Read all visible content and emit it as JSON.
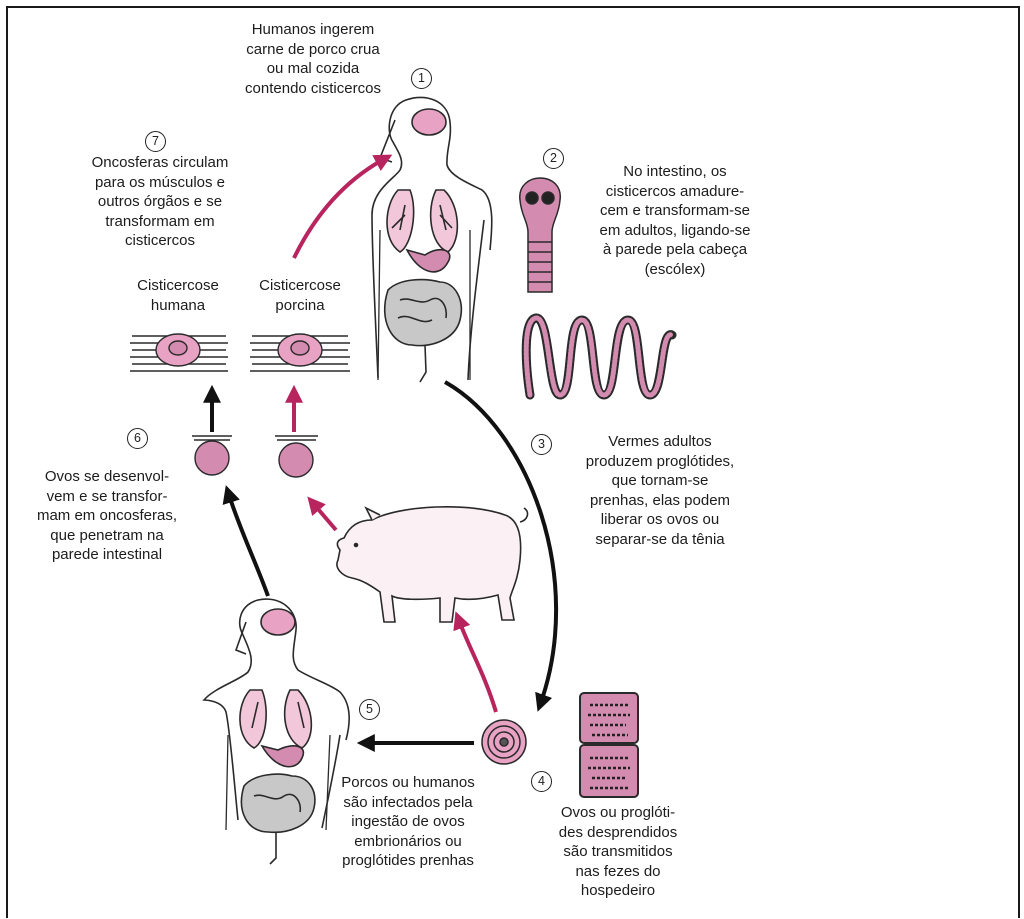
{
  "steps": [
    {
      "number": "1",
      "text": "Humanos ingerem\ncarne de porco crua\nou mal cozida\ncontendo cisticercos"
    },
    {
      "number": "2",
      "text": "No intestino, os\ncisticercos amadure-\ncem e transformam-se\nem adultos, ligando-se\nà parede pela cabeça\n(escólex)"
    },
    {
      "number": "3",
      "text": "Vermes adultos\nproduzem proglótides,\nque tornam-se\nprenhas, elas podem\nliberar os ovos ou\nseparar-se da tênia"
    },
    {
      "number": "4",
      "text": "Ovos ou proglóti-\ndes desprendidos\nsão transmitidos\nnas fezes do\nhospedeiro"
    },
    {
      "number": "5",
      "text": "Porcos ou humanos\nsão infectados pela\ningestão de ovos\nembrionários ou\nproglótides prenhas"
    },
    {
      "number": "6",
      "text": "Ovos se desenvol-\nvem e se transfor-\nmam em oncosferas,\nque penetram na\nparede intestinal"
    },
    {
      "number": "7",
      "text": "Oncosferas circulam\npara os músculos e\noutros órgãos e se\ntransformam em\ncisticercos"
    }
  ],
  "labels": {
    "human_cysticercosis": "Cisticercose\nhumana",
    "porcine_cysticercosis": "Cisticercose\nporcina"
  },
  "colors": {
    "pink_arrow": "#b8245e",
    "black_arrow": "#111111",
    "tissue_pink": "#e8a3c4",
    "organ_pink": "#d48bb0",
    "intestine_gray": "#c8c8c8",
    "outline": "#2a2a2a"
  }
}
